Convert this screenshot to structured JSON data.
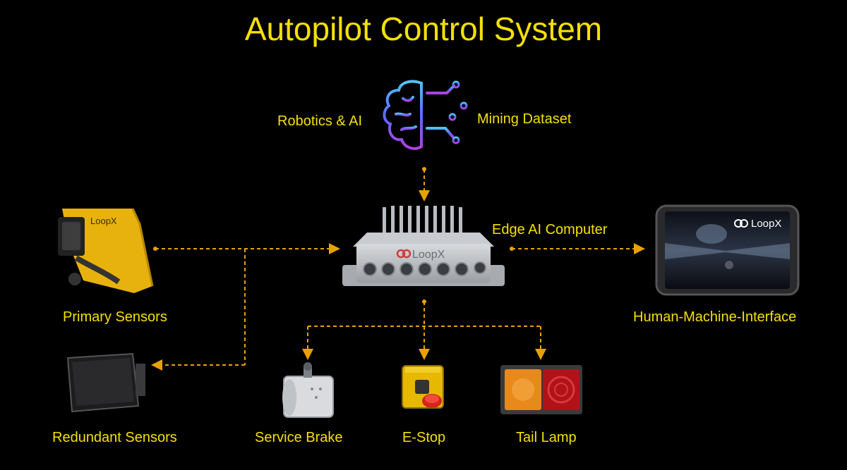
{
  "title": "Autopilot Control System",
  "colors": {
    "accent_text": "#f5e000",
    "connector": "#e8a200",
    "background": "#000000"
  },
  "nodes": {
    "robotics_ai": {
      "label": "Robotics & AI",
      "icon": "brain-circuit-icon"
    },
    "mining_dataset": {
      "label": "Mining Dataset"
    },
    "edge_ai_computer": {
      "label": "Edge AI Computer",
      "brand": "LoopX"
    },
    "primary_sensors": {
      "label": "Primary Sensors",
      "brand": "LoopX"
    },
    "redundant_sensors": {
      "label": "Redundant Sensors"
    },
    "hmi": {
      "label": "Human-Machine-Interface",
      "brand": "LoopX"
    },
    "service_brake": {
      "label": "Service Brake"
    },
    "e_stop": {
      "label": "E-Stop"
    },
    "tail_lamp": {
      "label": "Tail Lamp"
    }
  }
}
